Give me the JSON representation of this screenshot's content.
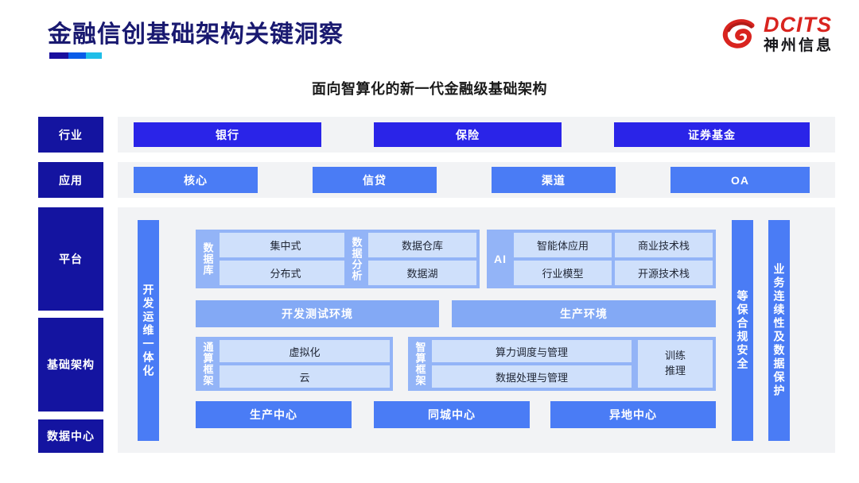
{
  "header": {
    "title": "金融信创基础架构关键洞察",
    "subtitle": "面向智算化的新一代金融级基础架构",
    "logo_en": "DCITS",
    "logo_cn": "神州信息",
    "logo_icon": "dcits-swirl-logo",
    "accent_colors": [
      "#1a0f9e",
      "#0a5ce8",
      "#20bee8"
    ]
  },
  "rail": {
    "industry": "行业",
    "application": "应用",
    "platform": "平台",
    "infrastructure": "基础架构",
    "datacenter": "数据中心"
  },
  "industry_row": {
    "items": [
      "银行",
      "保险",
      "证券基金"
    ]
  },
  "application_row": {
    "items": [
      "核心",
      "信贷",
      "渠道",
      "OA"
    ]
  },
  "platform": {
    "devops_bar": "开发运维一体化",
    "security_bar": "等保合规安全",
    "continuity_bar": "业务连续性及数据保护",
    "groups": [
      {
        "label": "数据库",
        "cells": [
          "集中式",
          "分布式"
        ]
      },
      {
        "label": "数据分析",
        "cells": [
          "数据仓库",
          "数据湖"
        ]
      },
      {
        "label": "AI",
        "cells": [
          "智能体应用",
          "商业技术栈",
          "行业模型",
          "开源技术栈"
        ]
      }
    ],
    "environment_bars": [
      "开发测试环境",
      "生产环境"
    ],
    "compute_frame": {
      "label": "通算框架",
      "cells": [
        "虚拟化",
        "云"
      ]
    },
    "intelligent_frame": {
      "label": "智算框架",
      "cells": [
        "算力调度与管理",
        "数据处理与管理"
      ],
      "side_lines": [
        "训练",
        "推理"
      ]
    },
    "datacenters": [
      "生产中心",
      "同城中心",
      "异地中心"
    ]
  },
  "colors": {
    "navy": "#1414a0",
    "strong_blue": "#2a24e8",
    "mid_blue": "#4a7cf5",
    "soft_blue": "#93b4f7",
    "pale_blue": "#cfe0fb",
    "panel_gray": "#f2f3f5",
    "logo_red": "#d9241f"
  }
}
